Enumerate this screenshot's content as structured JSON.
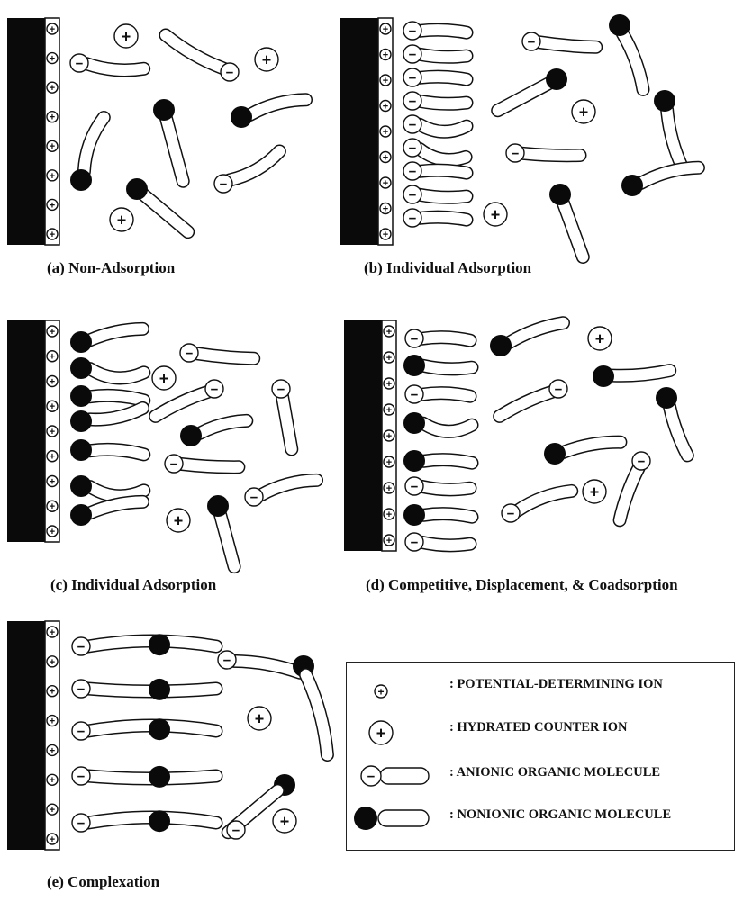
{
  "captions": {
    "a": "(a) Non-Adsorption",
    "b": "(b) Individual Adsorption",
    "c": "(c) Individual Adsorption",
    "d": "(d) Competitive, Displacement, & Coadsorption",
    "e": "(e) Complexation"
  },
  "legend": {
    "potential_ion": ": POTENTIAL-DETERMINING ION",
    "hydrated_ion": ": HYDRATED COUNTER ION",
    "anionic": ": ANIONIC ORGANIC MOLECULE",
    "nonionic": ": NONIONIC ORGANIC MOLECULE"
  },
  "symbols": {
    "plus": "+",
    "minus": "−"
  },
  "colors": {
    "ink": "#111111",
    "solid": "#0a0a0a",
    "paper": "#ffffff"
  }
}
